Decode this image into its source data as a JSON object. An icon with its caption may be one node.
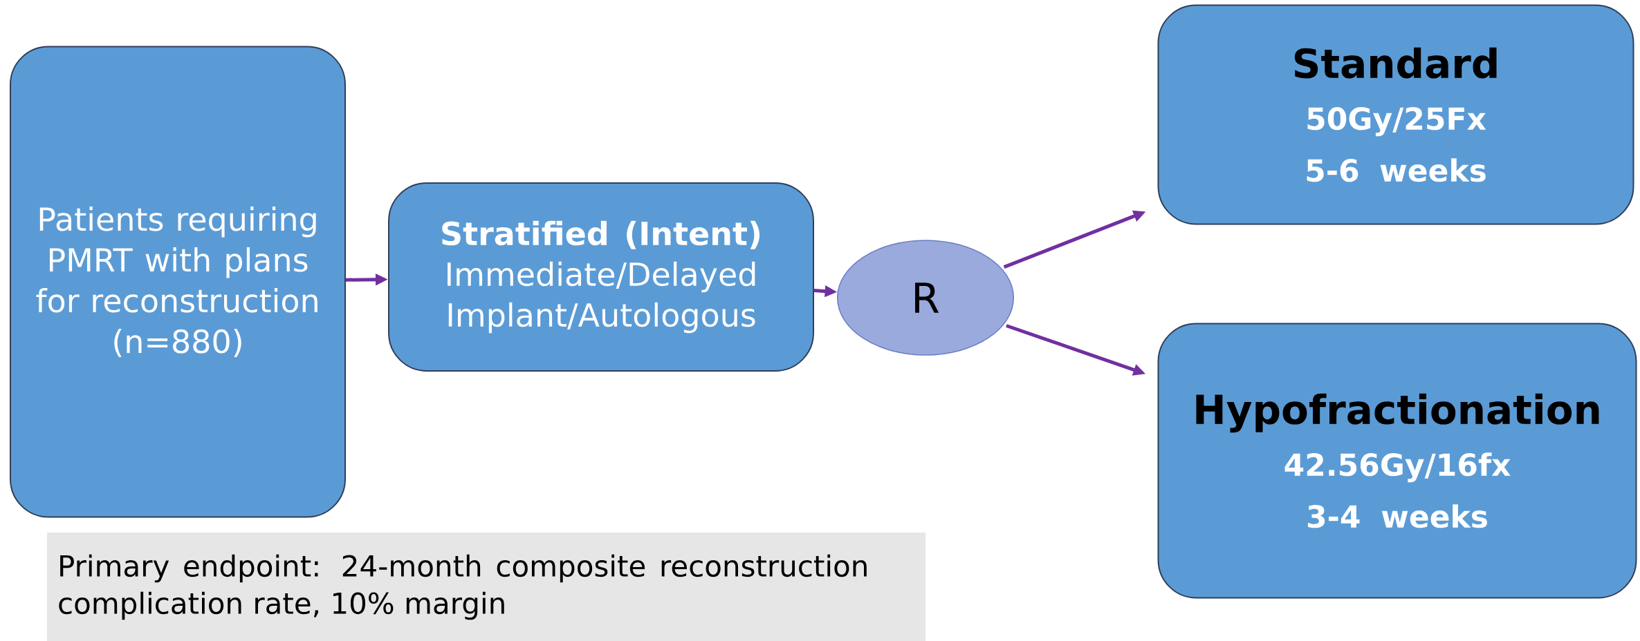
{
  "diagram": {
    "nodes": [
      {
        "text": [
          "Patients requiring PMRT with plans for reconstruction (n=880)"
        ]
      },
      {
        "text": [
          "Stratified (Intent)",
          "Immediate/Delayed Implant/Autologous"
        ]
      },
      {
        "text": [
          "R"
        ]
      },
      {
        "text": [
          "Standard",
          "50Gy/25Fx",
          "5-6 weeks"
        ]
      },
      {
        "text": [
          "Hypofractionation",
          "42.56Gy/16fx",
          "3-4 weeks"
        ]
      },
      {
        "text": [
          "Primary endpoint: 24-month composite reconstruction complication rate, 10% margin"
        ]
      }
    ],
    "edges": [
      {
        "from": 0,
        "to": 1,
        "arrow": "to"
      },
      {
        "from": 1,
        "to": 2,
        "arrow": "to"
      },
      {
        "from": 2,
        "to": 3,
        "arrow": "to"
      },
      {
        "from": 2,
        "to": 4,
        "arrow": "to"
      }
    ]
  }
}
